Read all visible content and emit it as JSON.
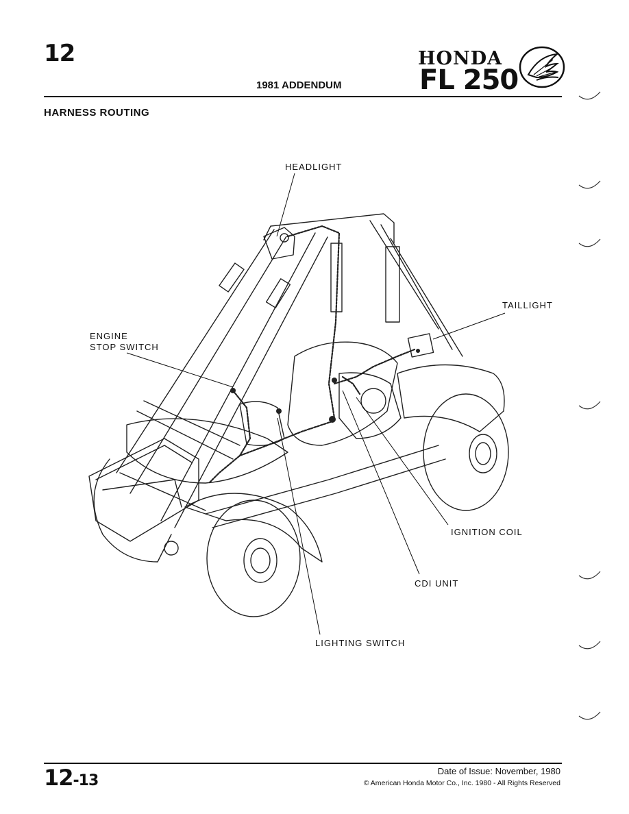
{
  "header": {
    "chapter_number": "12",
    "addendum": "1981 ADDENDUM",
    "brand": "HONDA",
    "model": "FL 250"
  },
  "section": {
    "title": "HARNESS ROUTING"
  },
  "diagram": {
    "labels": {
      "headlight": "HEADLIGHT",
      "taillight": "TAILLIGHT",
      "engine_stop_switch_line1": "ENGINE",
      "engine_stop_switch_line2": "STOP SWITCH",
      "ignition_coil": "IGNITION COIL",
      "cdi_unit": "CDI UNIT",
      "lighting_switch": "LIGHTING SWITCH"
    }
  },
  "footer": {
    "page_main": "12",
    "page_sub": "-13",
    "issue_date": "Date of Issue: November, 1980",
    "copyright": "© American Honda Motor Co., Inc. 1980 - All Rights Reserved"
  }
}
